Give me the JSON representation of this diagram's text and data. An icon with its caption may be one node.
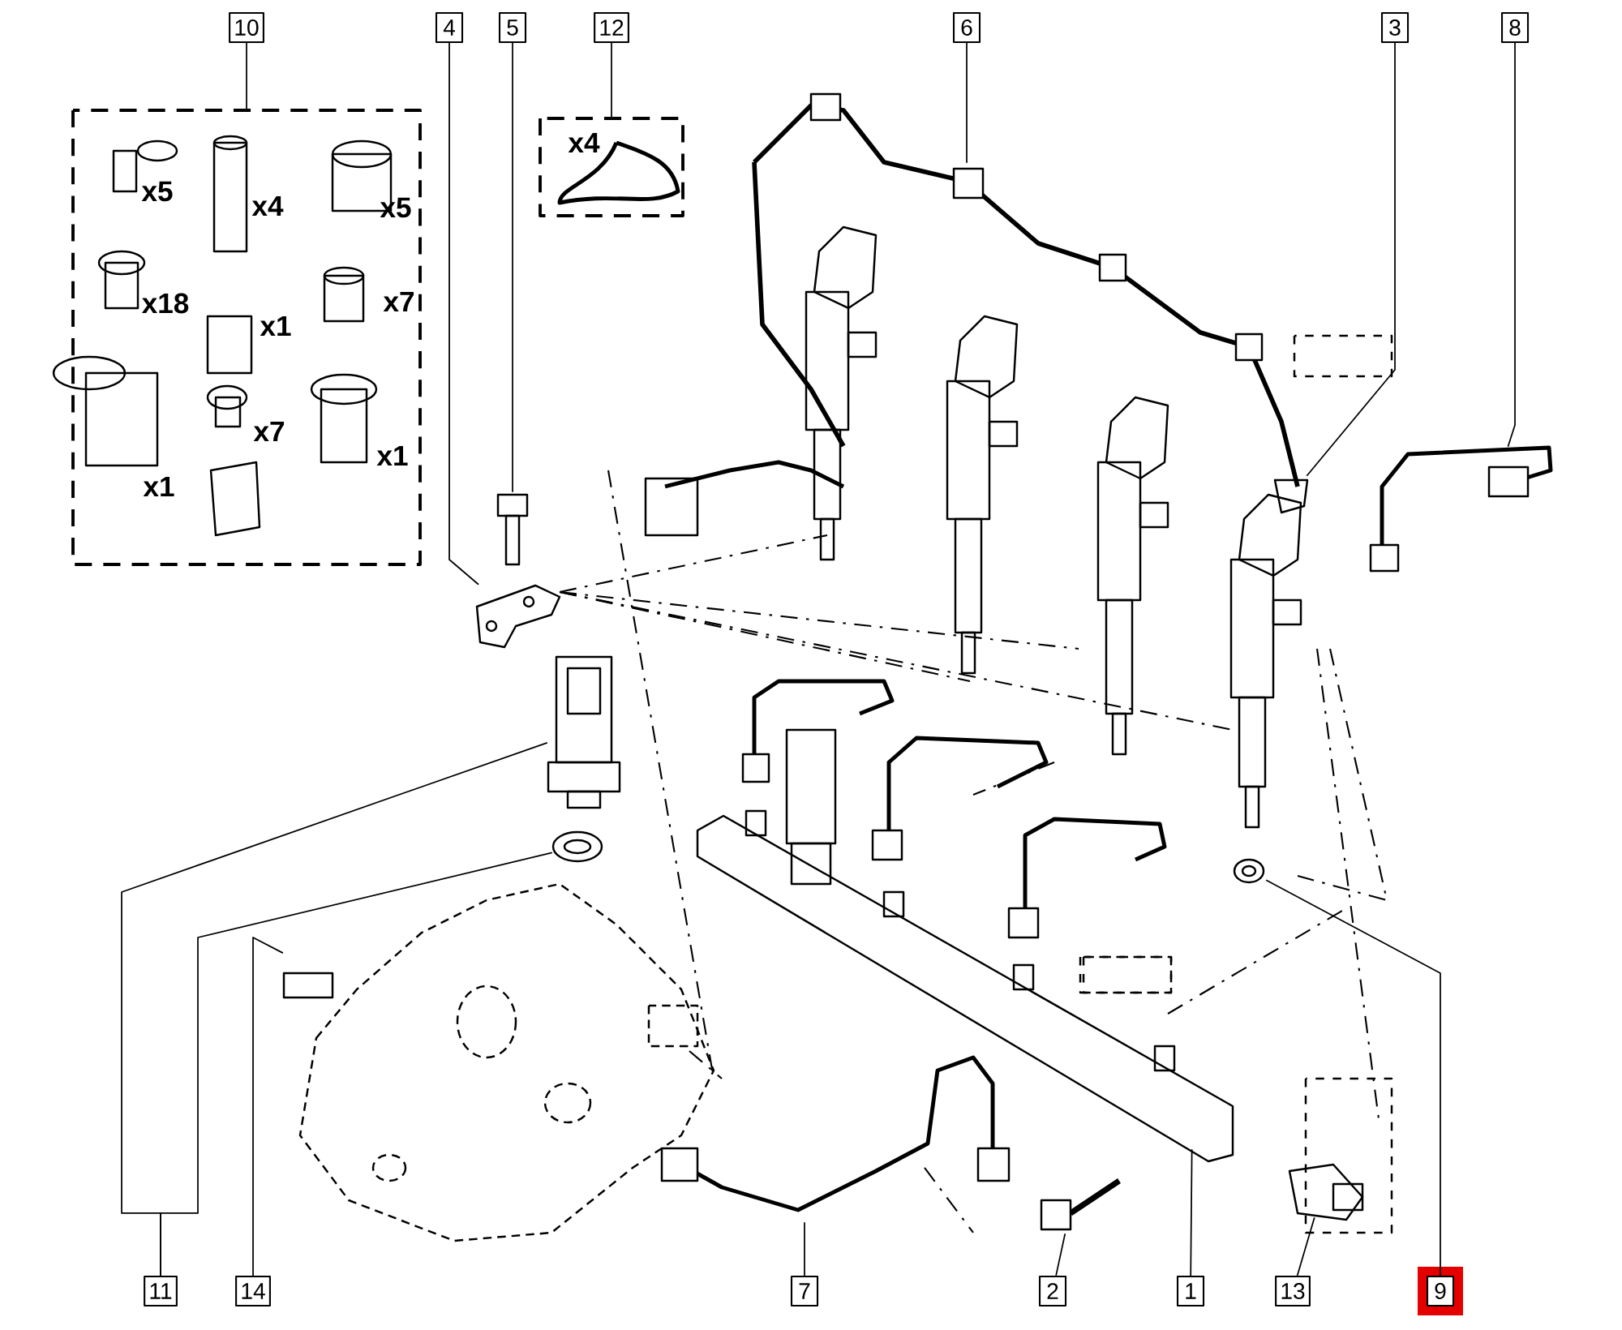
{
  "diagram": {
    "nodes": [
      {
        "text": [
          "10"
        ]
      },
      {
        "text": [
          "4"
        ]
      },
      {
        "text": [
          "5"
        ]
      },
      {
        "text": [
          "12"
        ]
      },
      {
        "text": [
          "6"
        ]
      },
      {
        "text": [
          "3"
        ]
      },
      {
        "text": [
          "8"
        ]
      },
      {
        "text": [
          "11"
        ]
      },
      {
        "text": [
          "14"
        ]
      },
      {
        "text": [
          "7"
        ]
      },
      {
        "text": [
          "2"
        ]
      },
      {
        "text": [
          "1"
        ]
      },
      {
        "text": [
          "13"
        ]
      },
      {
        "text": [
          "9"
        ]
      },
      {
        "text": [],
        "shape": "box"
      },
      {
        "text": [],
        "shape": "box"
      },
      {
        "text": [],
        "shape": "picture"
      },
      {
        "text": [],
        "shape": "picture"
      },
      {
        "text": [],
        "shape": "picture"
      },
      {
        "text": [],
        "shape": "picture"
      },
      {
        "text": [],
        "shape": "picture"
      },
      {
        "text": [],
        "shape": "picture"
      },
      {
        "text": [],
        "shape": "picture"
      },
      {
        "text": [],
        "shape": "picture"
      },
      {
        "text": [],
        "shape": "picture"
      },
      {
        "text": [],
        "shape": "picture"
      },
      {
        "text": [],
        "shape": "picture"
      },
      {
        "text": [],
        "shape": "picture"
      },
      {
        "text": [],
        "shape": "picture"
      }
    ],
    "edges": [
      {
        "from": 0,
        "to": 14,
        "arrow": "none"
      },
      {
        "from": 1,
        "to": 16,
        "arrow": "none"
      },
      {
        "from": 2,
        "to": 17,
        "arrow": "none"
      },
      {
        "from": 3,
        "to": 15,
        "arrow": "none"
      },
      {
        "from": 4,
        "to": 18,
        "arrow": "none"
      },
      {
        "from": 5,
        "to": 19,
        "arrow": "none"
      },
      {
        "from": 6,
        "to": 20,
        "arrow": "none"
      },
      {
        "from": 7,
        "to": 21,
        "arrow": "none"
      },
      {
        "from": 7,
        "to": 22,
        "arrow": "none"
      },
      {
        "from": 8,
        "to": 23,
        "arrow": "none"
      },
      {
        "from": 9,
        "to": 24,
        "arrow": "none"
      },
      {
        "from": 10,
        "to": 25,
        "arrow": "none"
      },
      {
        "from": 11,
        "to": 26,
        "arrow": "none"
      },
      {
        "from": 12,
        "to": 27,
        "arrow": "none"
      },
      {
        "from": 13,
        "to": 28,
        "arrow": "none"
      }
    ],
    "labels": [
      "x5",
      "x4",
      "x5",
      "x18",
      "x7",
      "x1",
      "x7",
      "x1",
      "x1",
      "x4"
    ]
  }
}
